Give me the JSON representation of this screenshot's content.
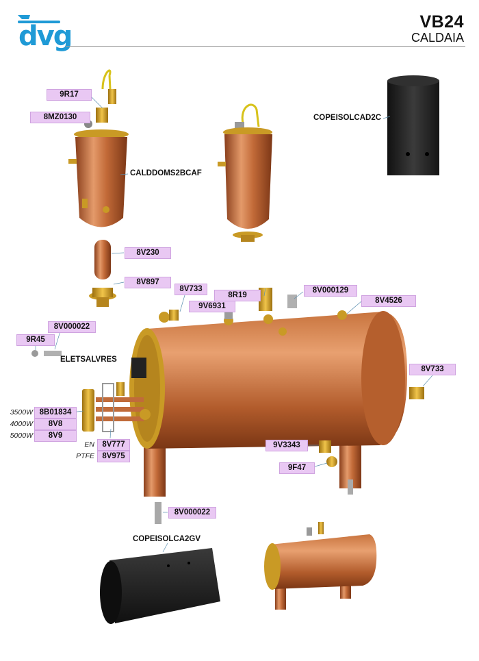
{
  "header": {
    "brand": "dvg",
    "model": "VB24",
    "section": "CALDAIA"
  },
  "colors": {
    "brand_blue": "#1f9ad6",
    "tag_fill": "#e9c8f3",
    "copper": "#c06b3a",
    "brass": "#c99a25",
    "insulation": "#2a2a2a"
  },
  "labels": {
    "r17": "9R17",
    "mz0130": "8MZ0130",
    "calddoms": "CALDDOMS2BCAF",
    "copeisolcad2c": "COPEISOLCAD2C",
    "v230": "8V230",
    "v897": "8V897",
    "v733_top": "8V733",
    "r19": "8R19",
    "v000129": "8V000129",
    "v6931": "9V6931",
    "v4526": "8V4526",
    "v000022_top": "8V000022",
    "r45": "9R45",
    "eletsalvres": "ELETSALVRES",
    "v733_right": "8V733",
    "b01834": "8B01834",
    "v8": "8V8",
    "v9": "8V9",
    "v777": "8V777",
    "v975": "8V975",
    "v3343": "9V3343",
    "f47": "9F47",
    "v000022_bottom": "8V000022",
    "copeisolca2gv": "COPEISOLCA2GV"
  },
  "prefixes": {
    "w3500": "3500W",
    "w4000": "4000W",
    "w5000": "5000W",
    "en": "EN",
    "ptfe": "PTFE"
  }
}
